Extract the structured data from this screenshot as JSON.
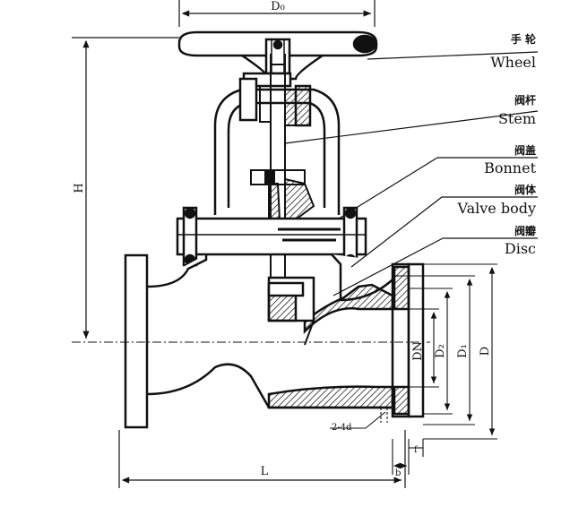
{
  "parts": [
    {
      "cn": "手 轮",
      "en": "Wheel"
    },
    {
      "cn": "阀杆",
      "en": "Stem"
    },
    {
      "cn": "阀盖",
      "en": "Bonnet"
    },
    {
      "cn": "阀体",
      "en": "Valve body"
    },
    {
      "cn": "阀瓣",
      "en": "Disc"
    }
  ],
  "dimensions": {
    "wheel_diameter": "D₀",
    "height": "H",
    "length": "L",
    "nominal": "DN",
    "d2": "D₂",
    "d1": "D₁",
    "d": "D",
    "bolt_holes": "2-4d",
    "flange_b": "b",
    "flange_f": "f"
  }
}
